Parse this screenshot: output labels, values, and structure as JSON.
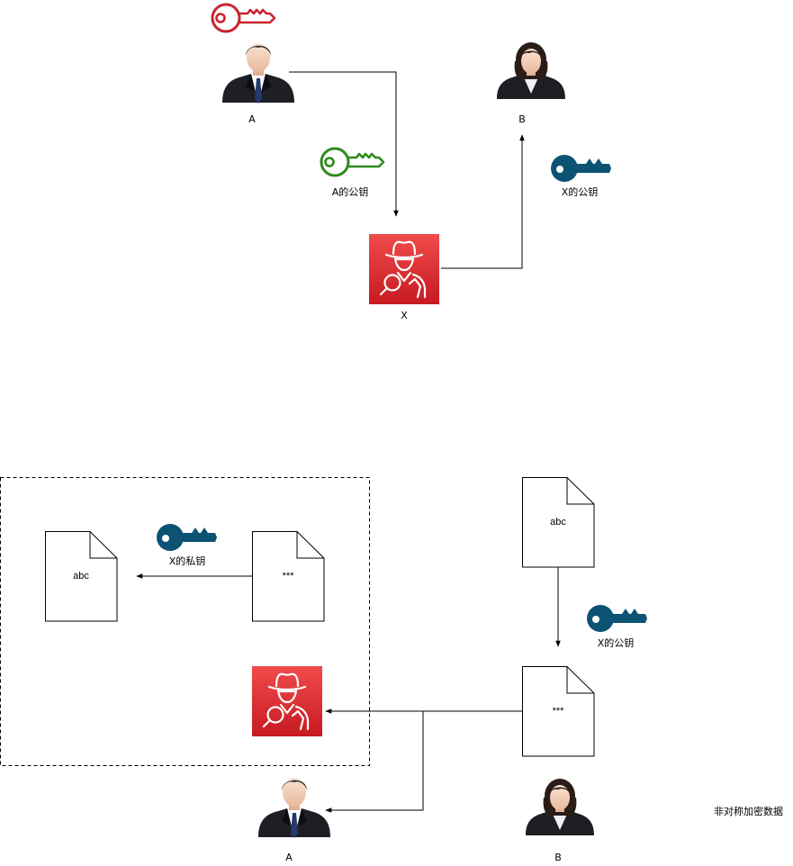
{
  "colors": {
    "private_key": "#c8242d",
    "public_key_a": "#2e8b1d",
    "key_x": "#0b5273",
    "attacker_bg_top": "#f04b4b",
    "attacker_bg_bottom": "#c71a22",
    "line": "#000000"
  },
  "top": {
    "person_a": {
      "label": "A",
      "icon": "businessman-icon"
    },
    "person_b": {
      "label": "B",
      "icon": "businesswoman-icon"
    },
    "attacker": {
      "label": "X",
      "icon": "spy-detective-icon"
    },
    "private_key_a": {
      "icon": "key-outline-icon"
    },
    "public_key_a": {
      "label": "A的公钥",
      "icon": "key-outline-icon"
    },
    "public_key_x": {
      "label": "X的公钥",
      "icon": "key-solid-icon"
    }
  },
  "bottom": {
    "doc_plain_left": {
      "text": "abc"
    },
    "doc_cipher_left": {
      "text": "***"
    },
    "private_key_x": {
      "label": "X的私钥",
      "icon": "key-solid-icon"
    },
    "doc_plain_right": {
      "text": "abc"
    },
    "public_key_x": {
      "label": "X的公钥",
      "icon": "key-solid-icon"
    },
    "doc_cipher_right": {
      "text": "***"
    },
    "attacker": {
      "icon": "spy-detective-icon"
    },
    "person_a": {
      "label": "A",
      "icon": "businessman-icon"
    },
    "person_b": {
      "label": "B",
      "icon": "businesswoman-icon"
    },
    "caption": "非对称加密数据"
  }
}
